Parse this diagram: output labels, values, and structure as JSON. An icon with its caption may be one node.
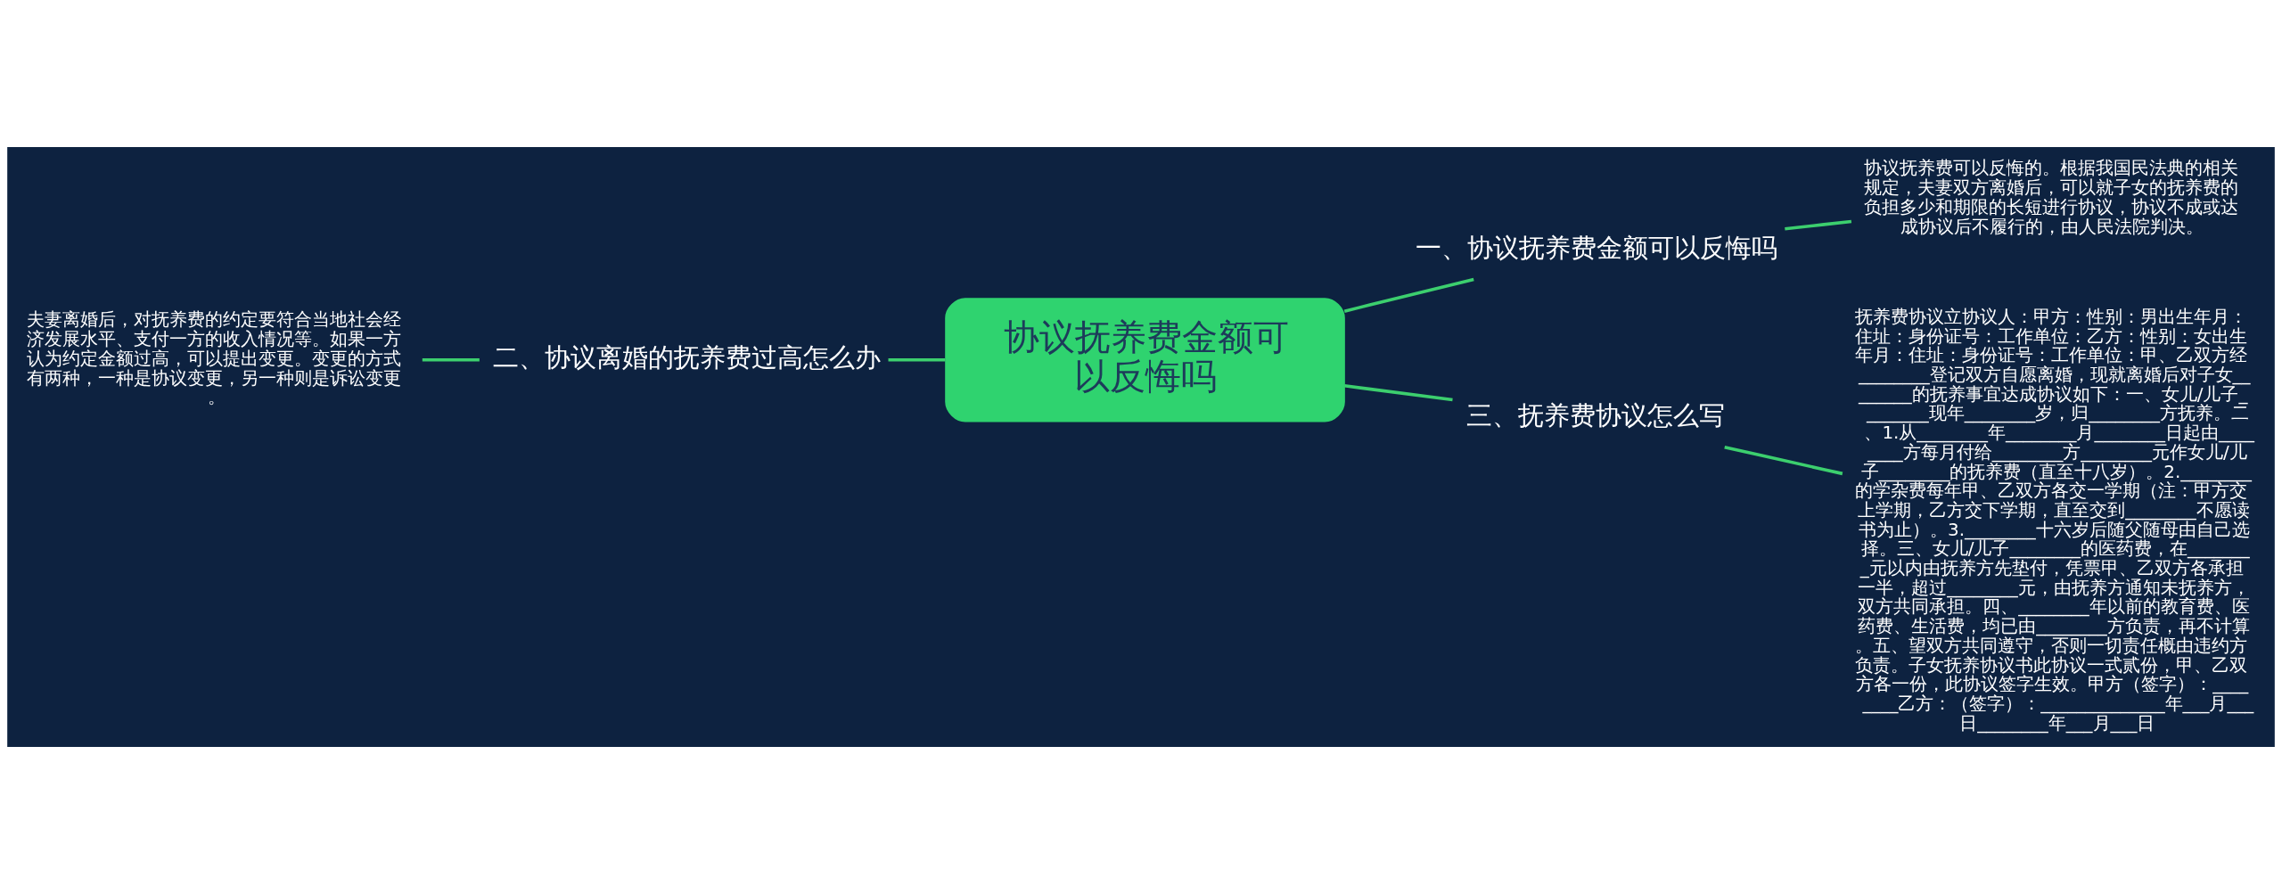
{
  "diagram": {
    "nodes": [
      {
        "text": [
          "协议抚养费金额可以反悔吗"
        ]
      },
      {
        "text": [
          "一、协议抚养费金额可以反悔吗"
        ]
      },
      {
        "text": [
          "协议抚养费可以反悔的。根据我国民法典的相关规定，夫妻双方离婚后，可以就子女的抚养费的负担多少和期限的长短进行协议，协议不成或达成协议后不履行的，由人民法院判决。"
        ]
      },
      {
        "text": [
          "二、协议离婚的抚养费过高怎么办"
        ]
      },
      {
        "text": [
          "夫妻离婚后，对抚养费的约定要符合当地社会经济发展水平、支付一方的收入情况等。如果一方认为约定金额过高，可以提出变更。变更的方式有两种，一种是协议变更，另一种则是诉讼变更。"
        ]
      },
      {
        "text": [
          "三、抚养费协议怎么写"
        ]
      },
      {
        "text": [
          "抚养费协议立协议人：甲方：性别：男出生年月：住址：身份证号：工作单位：乙方：性别：女出生年月：住址：身份证号：工作单位：甲、乙双方经________登记双方自愿离婚，现就离婚后对子女________的抚养事宜达成协议如下：一、女儿/儿子________现年________岁，归________方抚养。二、1.从________年________月________日起由________方每月付给________方________元作女儿/儿子________的抚养费（直至十八岁）。2.________的学杂费每年甲、乙双方各交一学期（注：甲方交上学期，乙方交下学期，直至交到________不愿读书为止）。3.________十六岁后随父随母由自己选择。三、女儿/儿子________的医药费，在________元以内由抚养方先垫付，凭票甲、乙双方各承担一半，超过________元，由抚养方通知未抚养方，双方共同承担。四、________年以前的教育费、医药费、生活费，均已由________方负责，再不计算。五、望双方共同遵守，否则一切责任概由违约方负责。子女抚养协议书此协议一式贰份，甲、乙双方各一份，此协议签字生效。甲方（签字）：________乙方：（签字）：______________年___月___日________年___月___日"
        ]
      }
    ],
    "edges": [
      {
        "from": 0,
        "to": 1,
        "arrow": "none"
      },
      {
        "from": 1,
        "to": 2,
        "arrow": "none"
      },
      {
        "from": 0,
        "to": 3,
        "arrow": "none"
      },
      {
        "from": 3,
        "to": 4,
        "arrow": "none"
      },
      {
        "from": 0,
        "to": 5,
        "arrow": "none"
      },
      {
        "from": 5,
        "to": 6,
        "arrow": "none"
      }
    ]
  }
}
